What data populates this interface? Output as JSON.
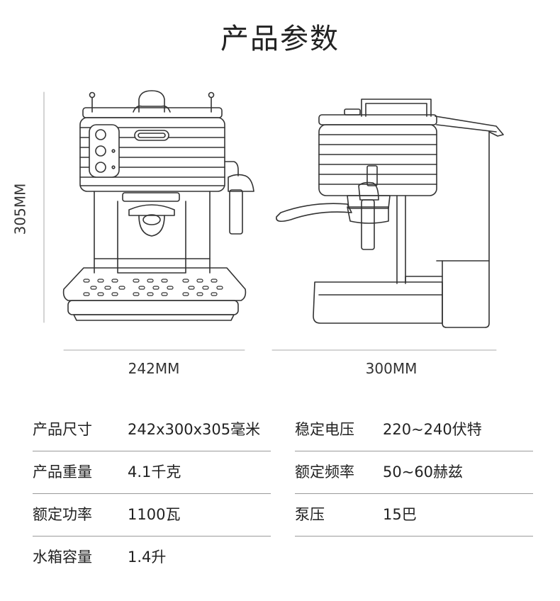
{
  "title": "产品参数",
  "dimensions": {
    "height": "305MM",
    "width_front": "242MM",
    "width_side": "300MM"
  },
  "specs": [
    {
      "label": "产品尺寸",
      "value": "242x300x305毫米"
    },
    {
      "label": "稳定电压",
      "value": "220~240伏特"
    },
    {
      "label": "产品重量",
      "value": "4.1千克"
    },
    {
      "label": "额定频率",
      "value": "50~60赫兹"
    },
    {
      "label": "额定功率",
      "value": "1100瓦"
    },
    {
      "label": "泵压",
      "value": "15巴"
    },
    {
      "label": "水箱容量",
      "value": "1.4升"
    }
  ]
}
